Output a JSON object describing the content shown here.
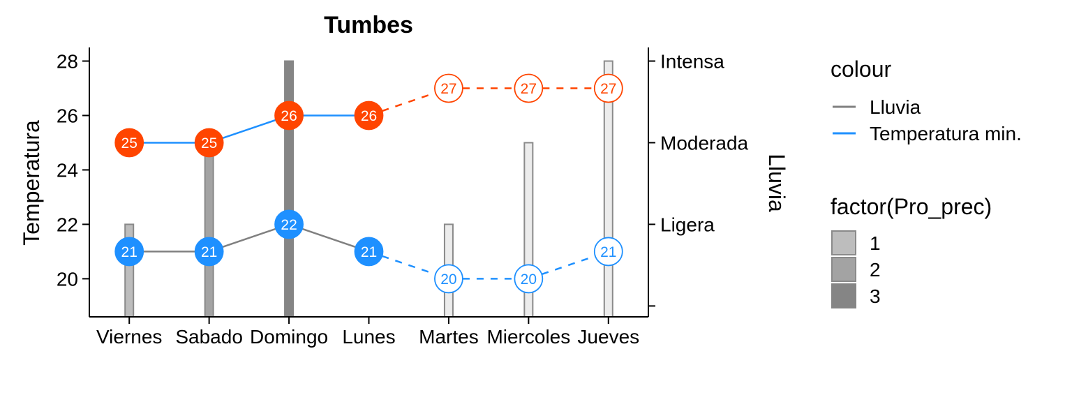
{
  "chart_data": {
    "type": "line",
    "title": "Tumbes",
    "categories": [
      "Viernes",
      "Sabado",
      "Domingo",
      "Lunes",
      "Martes",
      "Miercoles",
      "Jueves"
    ],
    "ylabel": "Temperatura",
    "ylim": [
      18.6,
      28.5
    ],
    "yticks": [
      "20",
      "22",
      "24",
      "26",
      "28"
    ],
    "y2label": "Lluvia",
    "y2ticks": [
      "Ligera",
      "Moderada",
      "Intensa"
    ],
    "observed_days": 4,
    "series": [
      {
        "key": "tmax",
        "values": [
          25,
          25,
          26,
          26,
          27,
          27,
          27
        ],
        "color": "#FF4500"
      },
      {
        "key": "tmin",
        "values": [
          21,
          21,
          22,
          21,
          20,
          20,
          21
        ],
        "color": "#1E90FF"
      }
    ],
    "rain": {
      "values": [
        22,
        25,
        28,
        null,
        22,
        25,
        28
      ],
      "factor": [
        1,
        2,
        3,
        null,
        1,
        1,
        1
      ],
      "factor_colors": {
        "1": "#bdbdbd",
        "2": "#a3a3a3",
        "3": "#858585"
      },
      "forecast_color": "#ececec"
    },
    "legend_colour": {
      "title": "colour",
      "items": [
        {
          "label": "Lluvia",
          "color": "#808080"
        },
        {
          "label": "Temperatura min.",
          "color": "#1E90FF"
        }
      ]
    },
    "legend_factor": {
      "title": "factor(Pro_prec)",
      "items": [
        {
          "label": "1",
          "color": "#bdbdbd"
        },
        {
          "label": "2",
          "color": "#a3a3a3"
        },
        {
          "label": "3",
          "color": "#858585"
        }
      ]
    }
  }
}
